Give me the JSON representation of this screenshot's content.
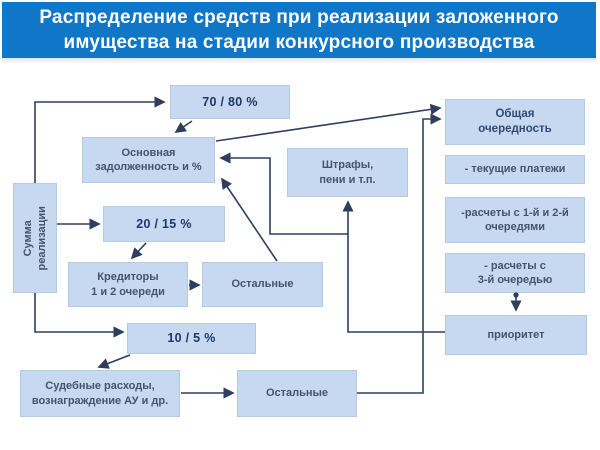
{
  "title": "Распределение средств при реализации заложенного\nимущества на стадии конкурсного производства",
  "nodes": {
    "sum": "Сумма\nреализации",
    "pct70": "70 / 80 %",
    "main_debt": "Основная\nзадолженность и %",
    "pct20": "20 / 15 %",
    "creditors12": "Кредиторы\n1 и 2 очереди",
    "others_mid": "Остальные",
    "pct10": "10 / 5 %",
    "court": "Судебные расходы,\nвознаграждение АУ и др.",
    "others_bottom": "Остальные",
    "fines": "Штрафы,\nпени и т.п.",
    "general_order": "Общая\nочередность",
    "current_payments": "- текущие платежи",
    "queue12": "-расчеты с 1-й и 2-й\nочередями",
    "queue3": "- расчеты с\n3-й очередью",
    "priority": "приоритет"
  },
  "colors": {
    "header_bg": "#1076c8",
    "header_text": "#ffffff",
    "box_fill": "#c6d9f0",
    "box_border": "#b3c9e5",
    "box_text": "#44546a",
    "strong_text": "#1f3864",
    "connector": "#2e3f5e"
  }
}
